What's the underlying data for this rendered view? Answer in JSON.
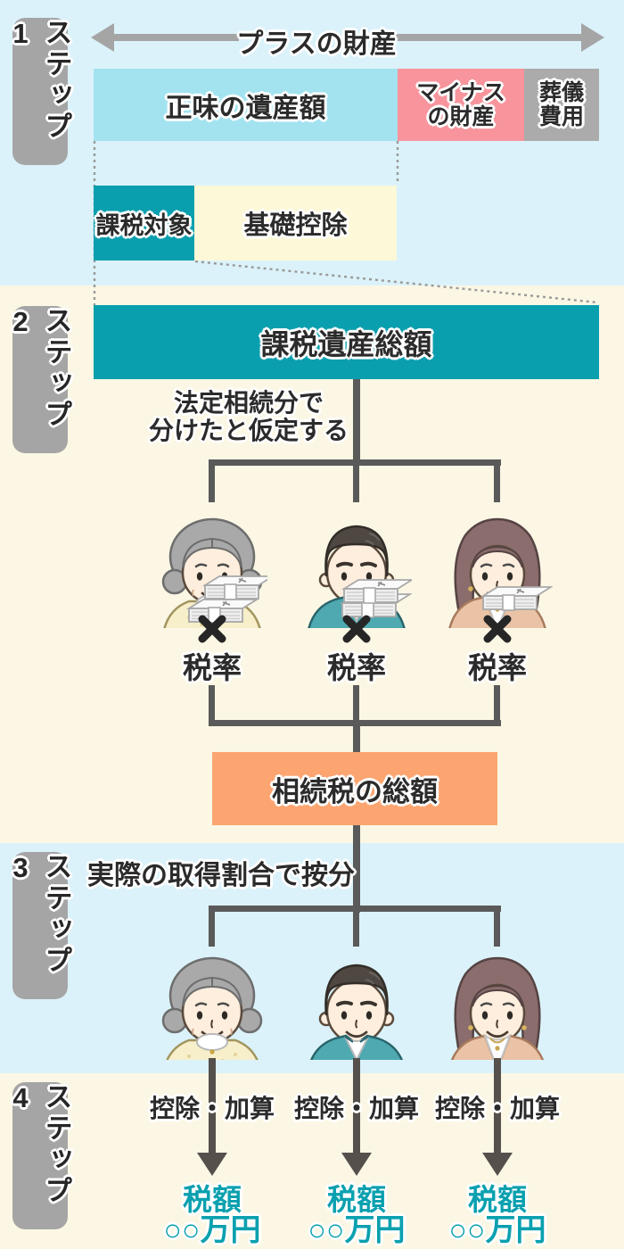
{
  "colors": {
    "bg_blue": "#dbf2fa",
    "bg_cream": "#fbf7e4",
    "teal_box": "#0a9fae",
    "cyan_box": "#a3e3f0",
    "pink_box": "#f7949c",
    "gray_box": "#ababab",
    "cream_box": "#fdf8d7",
    "orange_box": "#fca571",
    "label_gray": "#a5a5a5",
    "connector_gray": "#5a5a5a",
    "arrow_gray": "#a5a5a5",
    "teal_text": "#0aa0af"
  },
  "step_labels": [
    "ステップ1",
    "ステップ2",
    "ステップ3",
    "ステップ4"
  ],
  "step1": {
    "arrow_label": "プラスの財産",
    "net_estate": "正味の遺産額",
    "minus_line1": "マイナス",
    "minus_line2": "の財産",
    "funeral_line1": "葬儀",
    "funeral_line2": "費用",
    "taxable": "課税対象",
    "basic_deduction": "基礎控除"
  },
  "step2": {
    "total_taxable_bar": "課税遺産総額",
    "note_line1": "法定相続分で",
    "note_line2": "分けたと仮定する",
    "heirs": [
      {
        "icon": "elderly-woman-icon"
      },
      {
        "icon": "middle-aged-man-icon"
      },
      {
        "icon": "middle-aged-woman-icon"
      }
    ],
    "money_icon": "money-stacks-icon",
    "multiply_sign": "×",
    "tax_rate": "税率",
    "total_tax_bar": "相続税の総額"
  },
  "step3": {
    "note": "実際の取得割合で按分",
    "heirs": [
      {
        "icon": "elderly-woman-icon"
      },
      {
        "icon": "middle-aged-man-icon"
      },
      {
        "icon": "middle-aged-woman-icon"
      }
    ]
  },
  "step4": {
    "adjustment": "控除・加算",
    "tax_label": "税額",
    "tax_amount": "○○万円"
  }
}
